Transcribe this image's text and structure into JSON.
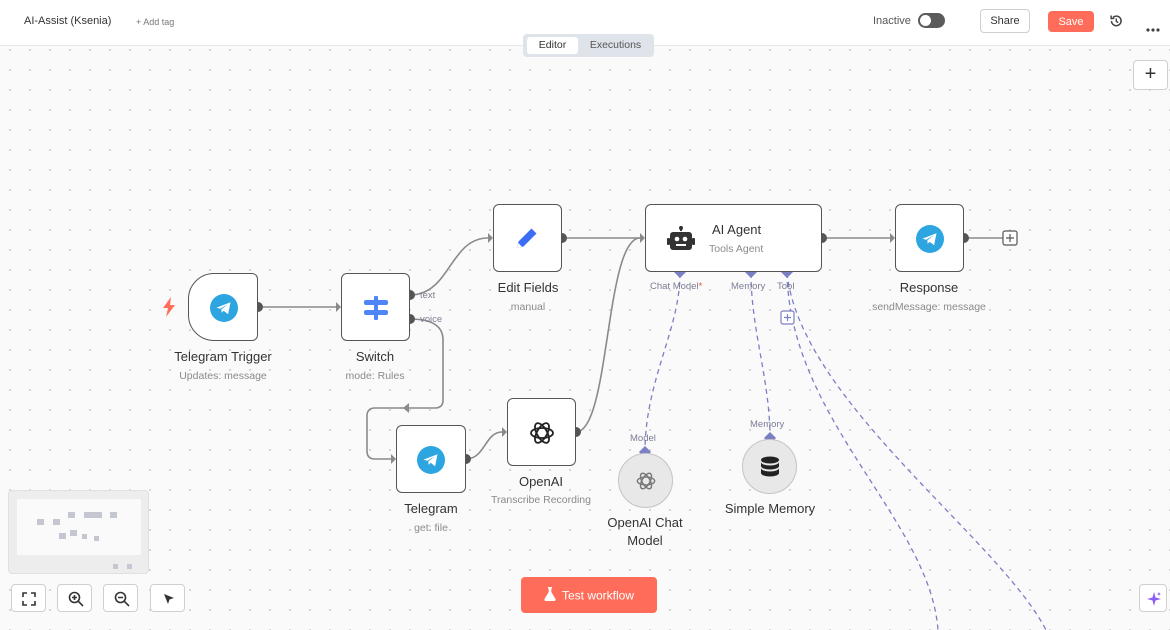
{
  "header": {
    "workflow_title": "AI-Assist (Ksenia)",
    "add_tag": "+ Add tag",
    "active_status": "Inactive",
    "share_label": "Share",
    "save_label": "Save"
  },
  "tabs": [
    {
      "label": "Editor",
      "selected": true
    },
    {
      "label": "Executions",
      "selected": false
    }
  ],
  "nodes": {
    "telegram_trigger": {
      "name": "Telegram Trigger",
      "subtitle": "Updates: message"
    },
    "switch": {
      "name": "Switch",
      "subtitle": "mode: Rules",
      "outputs": [
        "text",
        "voice"
      ]
    },
    "edit_fields": {
      "name": "Edit Fields",
      "subtitle": "manual"
    },
    "ai_agent": {
      "name": "AI Agent",
      "subtitle": "Tools Agent",
      "ports": [
        "Chat Model",
        "Memory",
        "Tool"
      ],
      "required_marker": "*"
    },
    "response": {
      "name": "Response",
      "subtitle": "sendMessage: message"
    },
    "telegram": {
      "name": "Telegram",
      "subtitle": "get: file"
    },
    "openai": {
      "name": "OpenAI",
      "subtitle": "Transcribe Recording"
    },
    "openai_chat_model": {
      "name_line1": "OpenAI Chat",
      "name_line2": "Model",
      "port": "Model"
    },
    "simple_memory": {
      "name": "Simple Memory",
      "port": "Memory"
    }
  },
  "canvas_controls": {
    "test_workflow_label": "Test workflow"
  },
  "colors": {
    "accent": "#ff6d5a",
    "telegram": "#2ca5e0",
    "edit_fields": "#3b6ef5",
    "connection": "#8a8a8a",
    "sub_connection": "#7b7fc4"
  },
  "icons": [
    "telegram-icon",
    "bolt-icon",
    "switch-icon",
    "pencil-icon",
    "robot-icon",
    "openai-icon",
    "database-icon",
    "history-icon",
    "more-icon",
    "fit-view-icon",
    "zoom-in-icon",
    "zoom-out-icon",
    "cursor-icon",
    "flask-icon",
    "sparkle-icon"
  ]
}
